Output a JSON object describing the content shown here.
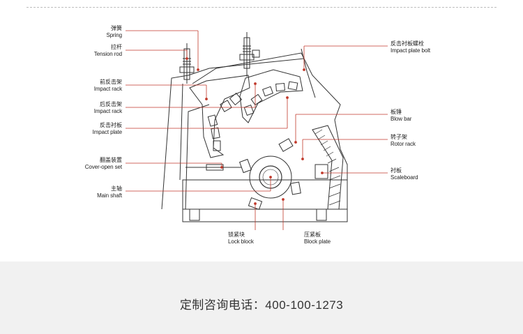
{
  "labels_left": [
    {
      "key": "spring",
      "zh": "弹簧",
      "en": "Spring"
    },
    {
      "key": "tension_rod",
      "zh": "拉杆",
      "en": "Tension rod"
    },
    {
      "key": "front_impact_rack",
      "zh": "前反击架",
      "en": "Impact rack"
    },
    {
      "key": "rear_impact_rack",
      "zh": "后反击架",
      "en": "Impact rack"
    },
    {
      "key": "impact_plate",
      "zh": "反击衬板",
      "en": "Impact plate"
    },
    {
      "key": "cover_open_set",
      "zh": "翻盖装置",
      "en": "Cover-open set"
    },
    {
      "key": "main_shaft",
      "zh": "主轴",
      "en": "Main shaft"
    }
  ],
  "labels_right": [
    {
      "key": "impact_plate_bolt",
      "zh": "反击衬板螺栓",
      "en": "Impact plate bolt"
    },
    {
      "key": "blow_bar",
      "zh": "板锤",
      "en": "Blow bar"
    },
    {
      "key": "rotor_rack",
      "zh": "转子架",
      "en": "Rotor rack"
    },
    {
      "key": "scaleboard",
      "zh": "衬板",
      "en": "Scaleboard"
    }
  ],
  "labels_bottom": [
    {
      "key": "lock_block",
      "zh": "锁紧块",
      "en": "Lock block"
    },
    {
      "key": "block_plate",
      "zh": "压紧板",
      "en": "Block plate"
    }
  ],
  "footer": {
    "phone_text": "定制咨询电话：400-100-1273"
  },
  "colors": {
    "leader_line": "#c0392b",
    "drawing": "#333333",
    "footer_bg": "#f1f1f1"
  }
}
